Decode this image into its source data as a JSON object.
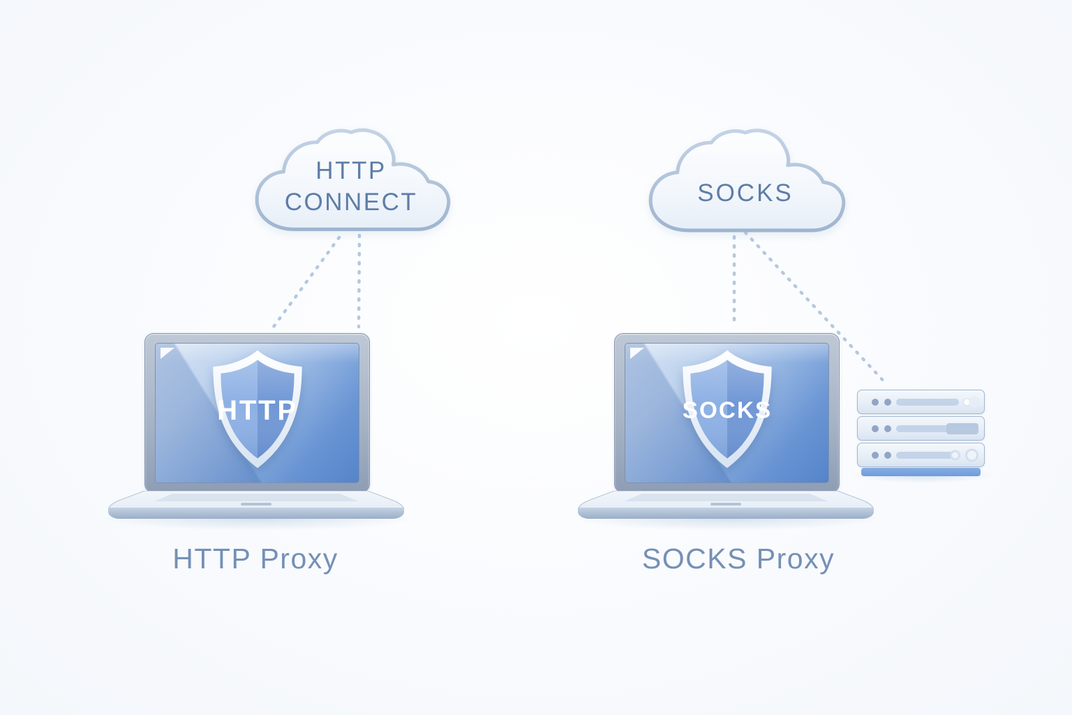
{
  "colors": {
    "background": "#f8fafd",
    "cloud_outline": "#b3c5db",
    "cloud_text": "#5e7da7",
    "screen_blue": "#5584ca",
    "shield_blue_light": "#8db0e4",
    "shield_blue_dark": "#7097d5",
    "caption_text": "#7590b6",
    "dotted_line": "#b5c8de",
    "server_accent": "#6f9cdc"
  },
  "http_proxy": {
    "cloud_label_line1": "HTTP",
    "cloud_label_line2": "CONNECT",
    "shield_label": "HTTP",
    "caption": "HTTP Proxy"
  },
  "socks_proxy": {
    "cloud_label": "SOCKS",
    "shield_label": "SOCKS",
    "caption": "SOCKS Proxy"
  }
}
